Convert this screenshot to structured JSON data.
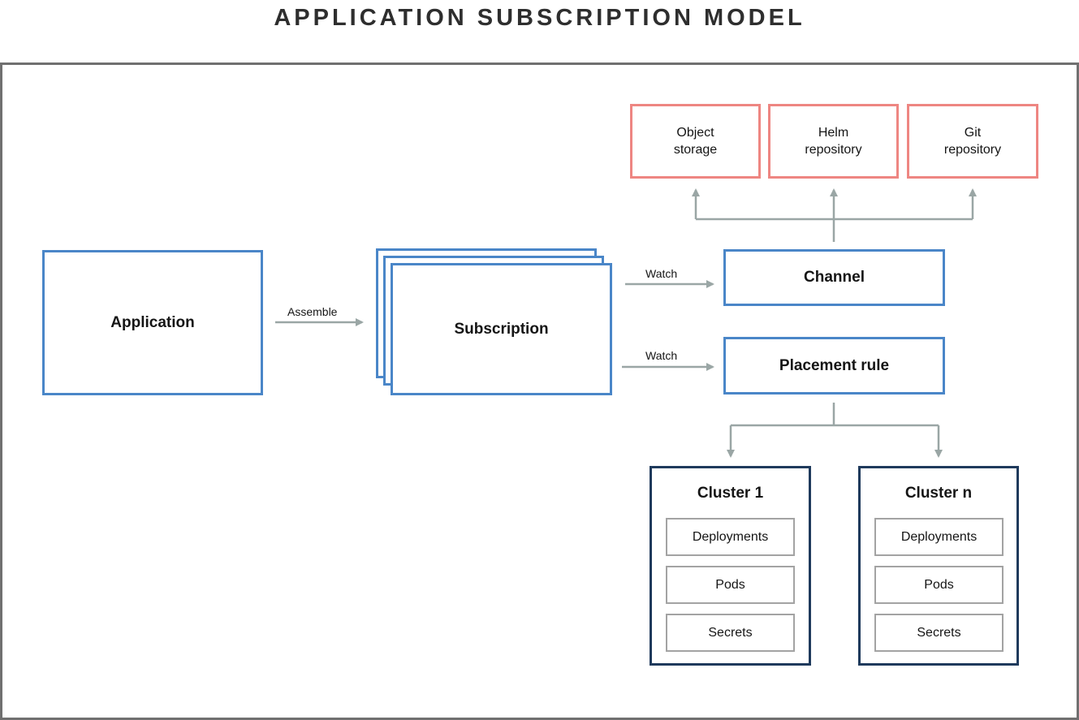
{
  "title": "APPLICATION SUBSCRIPTION MODEL",
  "nodes": {
    "application": "Application",
    "subscription": "Subscription",
    "channel": "Channel",
    "placement_rule": "Placement rule",
    "object_storage": [
      "Object",
      "storage"
    ],
    "helm_repository": [
      "Helm",
      "repository"
    ],
    "git_repository": [
      "Git",
      "repository"
    ]
  },
  "edges": {
    "assemble": "Assemble",
    "watch_channel": "Watch",
    "watch_placement": "Watch"
  },
  "clusters": [
    {
      "name": "Cluster 1",
      "items": [
        "Deployments",
        "Pods",
        "Secrets"
      ]
    },
    {
      "name": "Cluster n",
      "items": [
        "Deployments",
        "Pods",
        "Secrets"
      ]
    }
  ],
  "colors": {
    "blue_border": "#4a86c8",
    "red_border": "#ee8682",
    "navy_border": "#1f3a5c",
    "grey_border": "#a3a3a3",
    "arrow": "#9aa6a5",
    "frame": "#707070"
  }
}
